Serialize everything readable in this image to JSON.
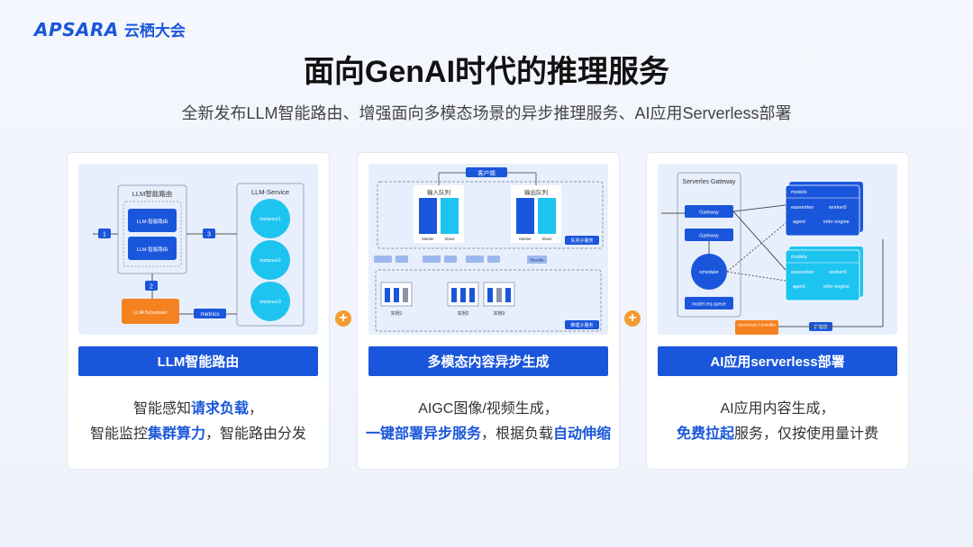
{
  "logo": {
    "en": "APSARA",
    "cn": "云栖大会"
  },
  "title": "面向GenAI时代的推理服务",
  "subtitle": "全新发布LLM智能路由、增强面向多模态场景的异步推理服务、AI应用Serverless部署",
  "colors": {
    "accent": "#1a56db",
    "orange": "#f39c34",
    "scheduler": "#f58220",
    "diagram_bg": "#e8effc"
  },
  "cards": [
    {
      "banner": "LLM智能路由",
      "desc_line1_pre": "智能感知",
      "desc_line1_hl": "请求负载",
      "desc_line1_post": "，",
      "desc_line2_pre": "智能监控",
      "desc_line2_hl": "集群算力",
      "desc_line2_post": "，智能路由分发",
      "diagram": {
        "router_title": "LLM智能路由",
        "router_box1": "LLM-智能路由",
        "router_box2": "LLM-智能路由",
        "service_title": "LLM-Service",
        "instances": [
          "instance1",
          "instance2",
          "instance3"
        ],
        "step1": "1",
        "step2": "2",
        "step3": "3",
        "scheduler": "LLM-Scheduler",
        "metrics": "metrics"
      }
    },
    {
      "banner": "多模态内容异步生成",
      "desc_line1": "AIGC图像/视频生成，",
      "desc_line2_hl1": "一键部署异步服务",
      "desc_line2_mid": "，根据负载",
      "desc_line2_hl2": "自动伸缩",
      "diagram": {
        "client": "客户端",
        "input_queue": "输入队列",
        "output_queue": "输出队列",
        "master": "Master",
        "slave": "Slave",
        "queue_service": "队列子服务",
        "results": "Results",
        "instances": [
          "实例1",
          "实例2",
          "实例3"
        ],
        "service": "推理子服务"
      }
    },
    {
      "banner": "AI应用serverless部署",
      "desc_line1": "AI应用内容生成，",
      "desc_line2_hl": "免费拉起",
      "desc_line2_post": "服务，仅按使用量计费",
      "diagram": {
        "gateway_title": "Serverles Gateway",
        "gateway1": "Gateway",
        "gateway2": "Gateway",
        "scheduler": "scheduler",
        "queue": "model req queue",
        "model1": "modelx",
        "model2": "modely",
        "easworker": "easworker",
        "worker0": "worker0",
        "agent": "agent",
        "engine": "infer engine",
        "controller": "Serverless Controller",
        "scale": "扩缩容"
      }
    }
  ]
}
